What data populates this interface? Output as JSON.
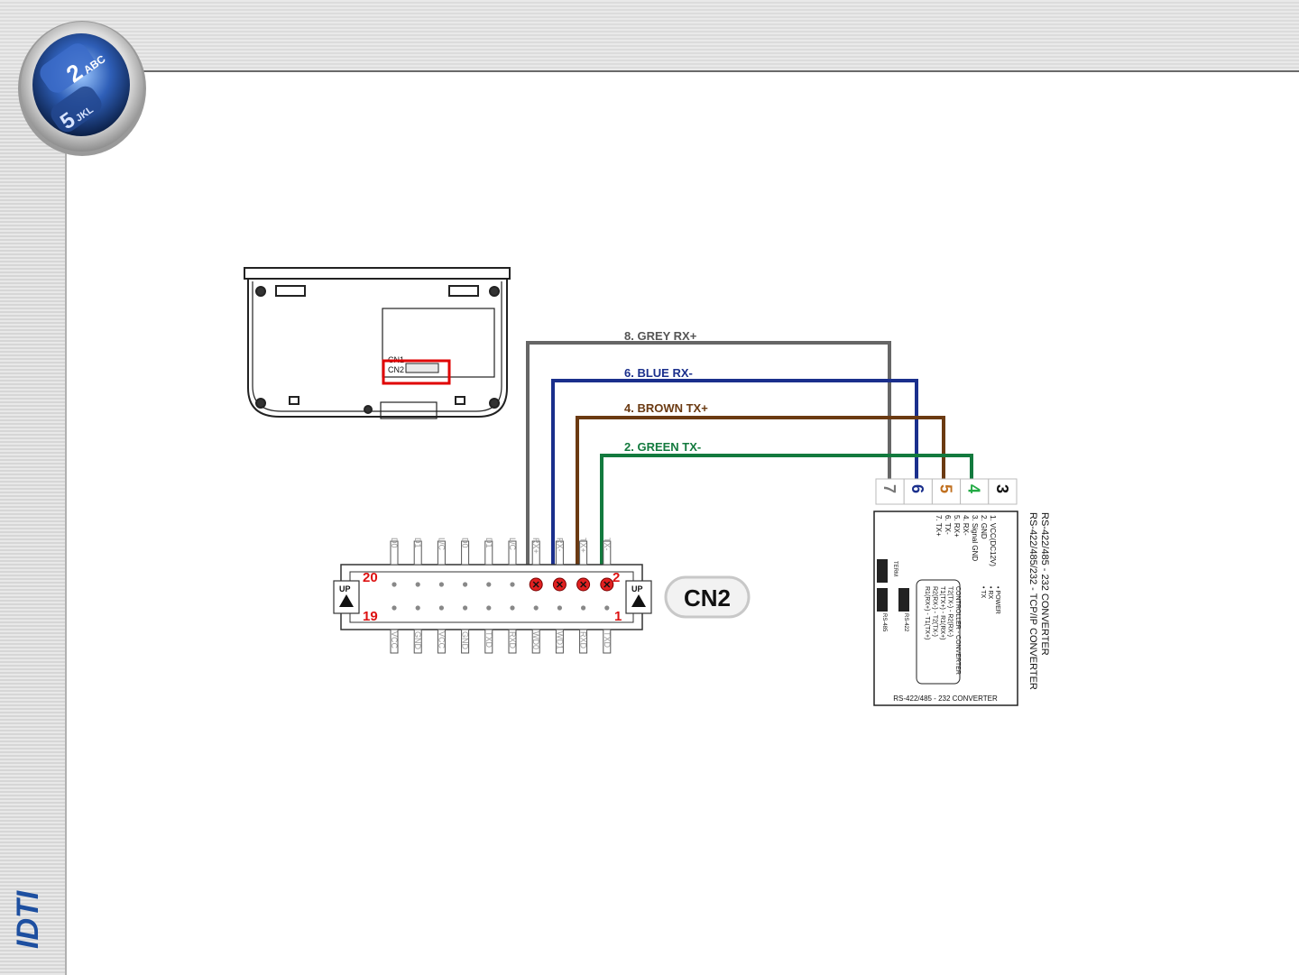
{
  "header": {
    "keypad_icon": "keypad-orb-icon",
    "keypad_keys": [
      "2",
      "ABC",
      "5",
      "JKL"
    ]
  },
  "sidebar": {
    "brand_logo": "IDTI"
  },
  "diagram": {
    "wires": [
      {
        "pin": "8",
        "color_name": "GREY",
        "signal": "RX+",
        "label": "8. GREY RX+",
        "color": "#666666",
        "text_color": "#555555"
      },
      {
        "pin": "6",
        "color_name": "BLUE",
        "signal": "RX-",
        "label": "6. BLUE RX-",
        "color": "#1a2f8c",
        "text_color": "#1a2f8c"
      },
      {
        "pin": "4",
        "color_name": "BROWN",
        "signal": "TX+",
        "label": "4. BROWN TX+",
        "color": "#6b3a12",
        "text_color": "#6b3a12"
      },
      {
        "pin": "2",
        "color_name": "GREEN",
        "signal": "TX-",
        "label": "2. GREEN TX-",
        "color": "#137a3e",
        "text_color": "#137a3e"
      }
    ],
    "device_labels": {
      "cn1": "CN1",
      "cn2": "CN2"
    },
    "connector": {
      "name": "CN2",
      "pin_20": "20",
      "pin_2": "2",
      "pin_19": "19",
      "pin_1": "1",
      "up_label": "UP",
      "top_signals": [
        "D0",
        "D1",
        "L/C",
        "D0",
        "D1",
        "L/C",
        "RX+",
        "RX-",
        "TX+",
        "TX-"
      ],
      "bottom_signals": [
        "VCC",
        "GND",
        "VCC",
        "GND",
        "TXD",
        "RXD",
        "WD0",
        "WD1",
        "RXD",
        "TXD"
      ]
    },
    "terminal": {
      "numbers": [
        "7",
        "6",
        "5",
        "4",
        "3"
      ],
      "number_colors": [
        "#777777",
        "#1a2f8c",
        "#c07020",
        "#22aa44",
        "#111111"
      ]
    },
    "converter": {
      "title1": "RS-422/485 - 232 CONVERTER",
      "title2": "RS-422/485/232 - TCP/IP CONVERTER",
      "pins": [
        "1. VCC(DC12V)",
        "2. GND",
        "3. Signal GND",
        "4. RX-",
        "5. RX+",
        "6. TX-",
        "7. TX+"
      ],
      "leds": [
        "• POWER",
        "• RX",
        "• TX"
      ],
      "box_lines": [
        "CONTROLLER - CONVERTER",
        "T2(TX-) - R2(RX-)",
        "T1(TX+) - R1(RX+)",
        "R2(RX-) - T2(TX-)",
        "R1(RX+) - T1(TX+)"
      ],
      "switch_labels": [
        "RS-422",
        "RS-485"
      ],
      "term_label": "TERM",
      "footer": "RS-422/485 - 232 CONVERTER"
    }
  }
}
